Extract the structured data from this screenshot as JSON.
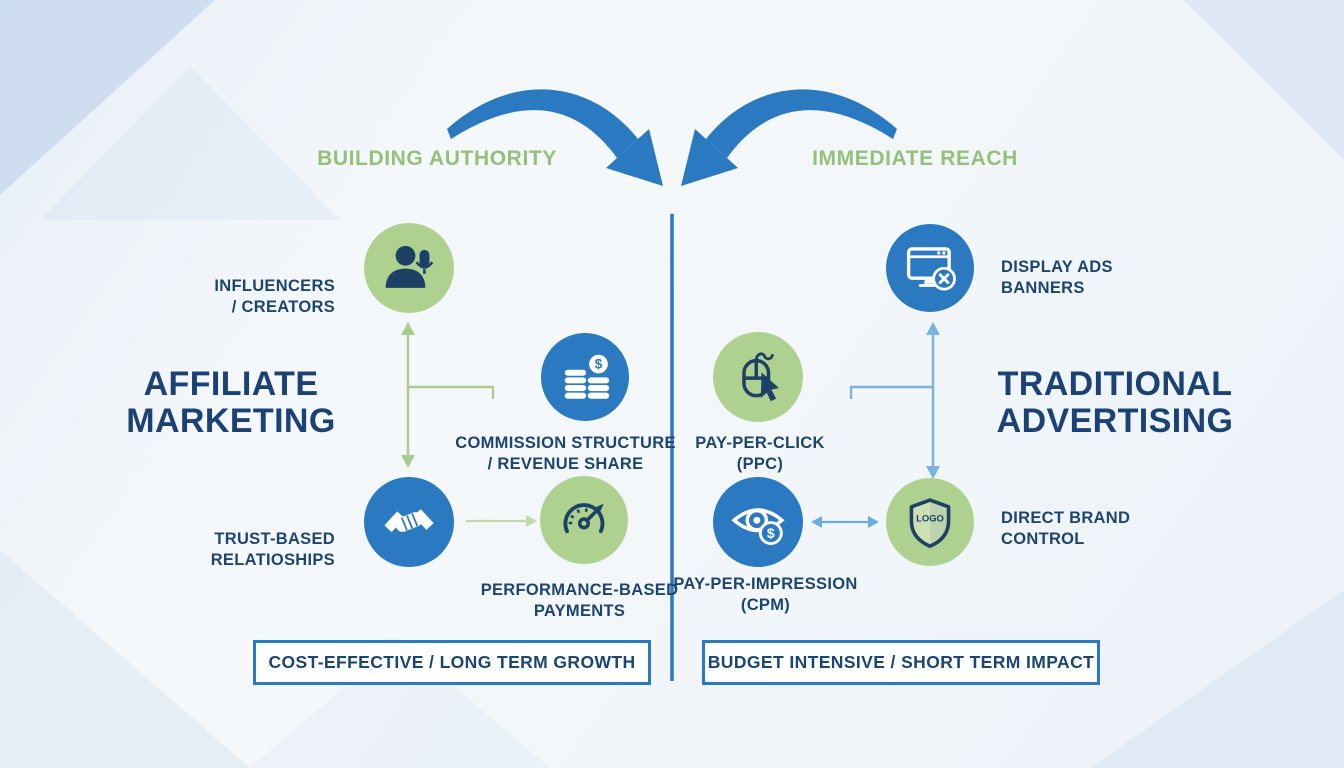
{
  "colors": {
    "accent_blue": "#2b7ac1",
    "circle_green": "#aed18f",
    "navy_text": "#1d4571",
    "green_text": "#94c17a",
    "connector_green": "#a9cd8f",
    "connector_blue": "#79b3e2"
  },
  "header": {
    "left_flow_label": "BUILDING AUTHORITY",
    "right_flow_label": "IMMEDIATE REACH"
  },
  "left_panel": {
    "title": {
      "line1": "AFFILIATE",
      "line2": "MARKETING"
    },
    "items": [
      {
        "id": "influencers",
        "icon": "person-microphone",
        "circle": "green",
        "label": {
          "line1": "INFLUENCERS",
          "line2": "/ CREATORS"
        }
      },
      {
        "id": "commission",
        "icon": "coins-dollar",
        "circle": "blue",
        "label": {
          "line1": "COMMISSION STRUCTURE",
          "line2": "/ REVENUE SHARE"
        }
      },
      {
        "id": "trust",
        "icon": "handshake",
        "circle": "blue",
        "label": {
          "line1": "TRUST-BASED",
          "line2": "RELATIOSHIPS"
        }
      },
      {
        "id": "performance",
        "icon": "speedometer",
        "circle": "green",
        "label": {
          "line1": "PERFORMANCE-BASED",
          "line2": "PAYMENTS"
        }
      }
    ],
    "footer": "COST-EFFECTIVE / LONG TERM GROWTH"
  },
  "right_panel": {
    "title": {
      "line1": "TRADITIONAL",
      "line2": "ADVERTISING"
    },
    "items": [
      {
        "id": "display-ads",
        "icon": "monitor-ad-blocked",
        "circle": "blue",
        "label": {
          "line1": "DISPLAY ADS",
          "line2": "BANNERS"
        }
      },
      {
        "id": "ppc",
        "icon": "mouse-click",
        "circle": "green",
        "label": {
          "line1": "PAY-PER-CLICK",
          "line2": "(PPC)"
        }
      },
      {
        "id": "cpm",
        "icon": "eye-dollar",
        "circle": "blue",
        "label": {
          "line1": "PAY-PER-IMPRESSION",
          "line2": "(CPM)"
        }
      },
      {
        "id": "brand-control",
        "icon": "shield-logo",
        "circle": "green",
        "label": {
          "line1": "DIRECT BRAND",
          "line2": "CONTROL"
        }
      }
    ],
    "shield_text": "LOGO",
    "footer": "BUDGET INTENSIVE / SHORT TERM IMPACT"
  },
  "glyphs": {
    "dollar": "$"
  }
}
